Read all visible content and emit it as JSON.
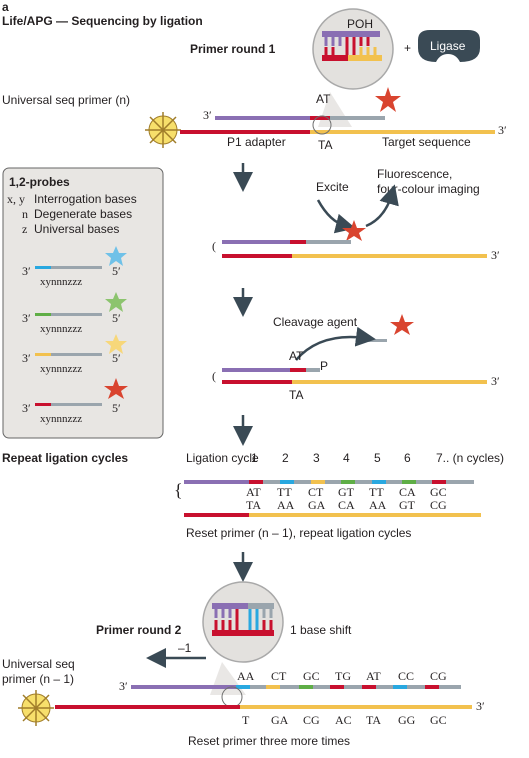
{
  "panel_letter": "a",
  "title": "Life/APG — Sequencing by ligation",
  "primer_round1": "Primer round 1",
  "poh": "POH",
  "plus": "+",
  "ligase": "Ligase",
  "universal_seq_primer_n": "Universal seq primer (n)",
  "three_prime": "3′",
  "five_prime": "5′",
  "at": "AT",
  "ta": "TA",
  "p1_adapter": "P1 adapter",
  "target_sequence": "Target sequence",
  "excite": "Excite",
  "fluorescence": "Fluorescence,",
  "four_colour": "four-colour imaging",
  "probes_title": "1,2-probes",
  "probes_legend": [
    {
      "sym": "x, y",
      "desc": "Interrogation bases"
    },
    {
      "sym": "n",
      "desc": "Degenerate bases"
    },
    {
      "sym": "z",
      "desc": "Universal bases"
    }
  ],
  "probe_seq": "xynnnzzz",
  "cleavage_agent": "Cleavage agent",
  "p": "P",
  "repeat_ligation_cycles": "Repeat ligation cycles",
  "ligation_cycle": "Ligation cycle",
  "cycle_numbers": [
    "1",
    "2",
    "3",
    "4",
    "5",
    "6",
    "7.. (n cycles)"
  ],
  "top_pairs": [
    "AT",
    "TT",
    "CT",
    "GT",
    "TT",
    "CA",
    "GC"
  ],
  "bottom_pairs": [
    "TA",
    "AA",
    "GA",
    "CA",
    "AA",
    "GT",
    "CG"
  ],
  "reset_primer_n1": "Reset primer (n – 1), repeat ligation cycles",
  "primer_round2": "Primer round 2",
  "one_base_shift": "1 base shift",
  "minus_one": "–1",
  "universal_seq": "Universal seq",
  "primer_n_minus_1": "primer (n – 1)",
  "round2_top": [
    "AA",
    "CT",
    "GC",
    "TG",
    "AT",
    "CC",
    "CG"
  ],
  "round2_bottom": [
    "T",
    "GA",
    "CG",
    "AC",
    "TA",
    "GG",
    "GC"
  ],
  "reset_three_more": "Reset primer three more times",
  "colors": {
    "purple": "#8a6fb3",
    "red": "#c8102e",
    "yellow": "#f2c14e",
    "gray": "#9aa5ad",
    "blue": "#29a8e0",
    "green": "#5fae46",
    "dark": "#3a4a55",
    "panel": "#e8e6e3"
  }
}
